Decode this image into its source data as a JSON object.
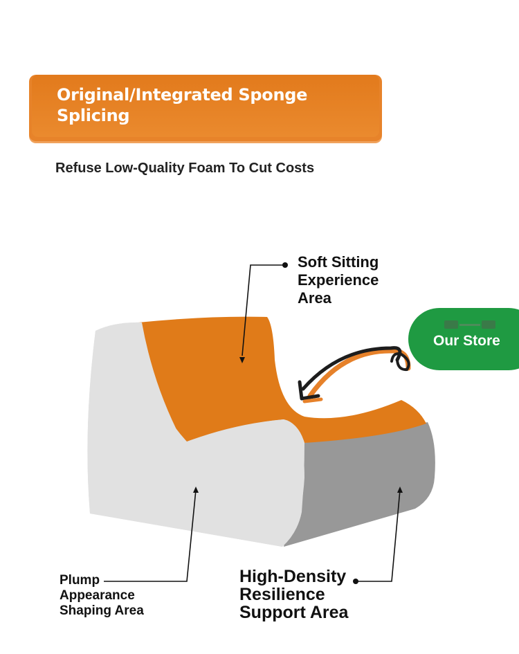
{
  "header": {
    "title": "Original/Integrated Sponge Splicing",
    "subtitle": "Refuse Low-Quality Foam To Cut Costs"
  },
  "callouts": {
    "soft": "Soft Sitting Experience Area",
    "plump": "Plump Appearance Shaping Area",
    "density": "High-Density Resilience Support Area"
  },
  "store": {
    "label": "Our Store",
    "icon": "store-icon"
  },
  "colors": {
    "orange": "#e27a1c",
    "light_gray": "#e1e1e1",
    "dark_gray": "#999999",
    "green": "#1f9a42"
  }
}
